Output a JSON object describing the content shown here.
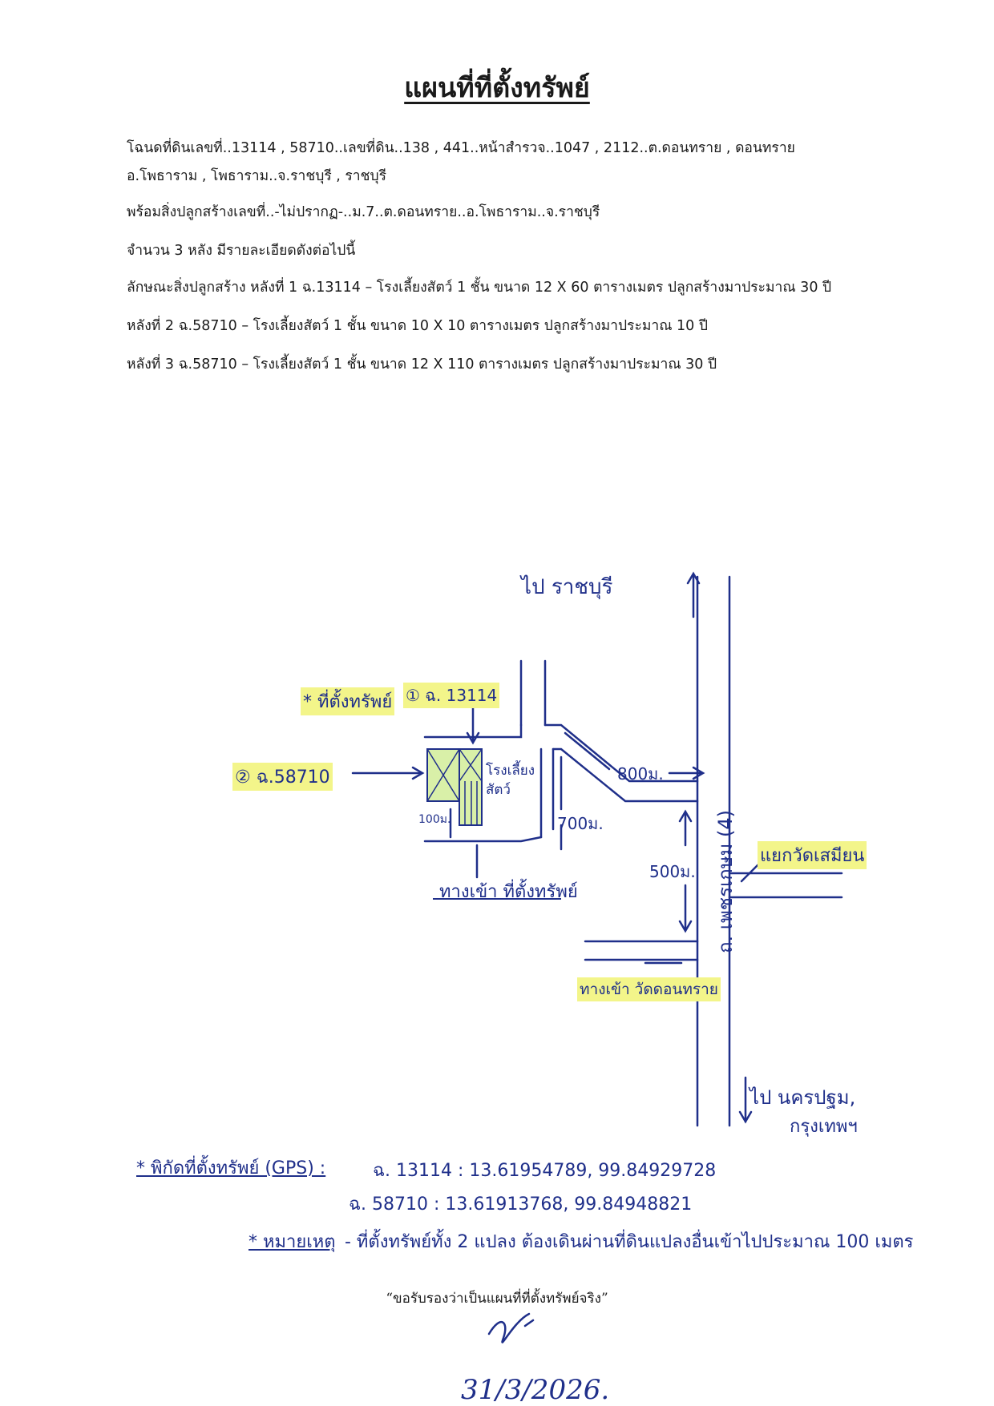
{
  "title": "แผนที่ที่ตั้งทรัพย์",
  "lines": [
    "โฉนดที่ดินเลขที่..13114 , 58710..เลขที่ดิน..138 , 441..หน้าสำรวจ..1047 , 2112..ต.ดอนทราย , ดอนทราย",
    "อ.โพธาราม , โพธาราม..จ.ราชบุรี , ราชบุรี",
    "พร้อมสิ่งปลูกสร้างเลขที่..-ไม่ปรากฏ-..ม.7..ต.ดอนทราย..อ.โพธาราม..จ.ราชบุรี",
    "จำนวน 3 หลัง มีรายละเอียดดังต่อไปนี้",
    "ลักษณะสิ่งปลูกสร้าง หลังที่ 1 ฉ.13114 – โรงเลี้ยงสัตว์ 1 ชั้น ขนาด 12 X 60 ตารางเมตร ปลูกสร้างมาประมาณ 30 ปี",
    "หลังที่ 2 ฉ.58710 – โรงเลี้ยงสัตว์ 1 ชั้น ขนาด 10 X 10 ตารางเมตร ปลูกสร้างมาประมาณ 10 ปี",
    "หลังที่ 3 ฉ.58710 – โรงเลี้ยงสัตว์ 1 ชั้น ขนาด 12 X 110 ตารางเมตร ปลูกสร้างมาประมาณ 30 ปี"
  ],
  "map": {
    "to_ratchaburi": "ไป ราชบุรี",
    "to_bangkok_1": "ไป นครปฐม,",
    "to_bangkok_2": "กรุงเทพฯ",
    "property_label": "* ที่ตั้งทรัพย์",
    "deed1": "① ฉ. 13114",
    "deed2": "② ฉ.58710",
    "barn": "โรงเลี้ยง สัตว์",
    "dist_800": "800ม.",
    "dist_700": "700ม.",
    "dist_500": "500ม.",
    "dist_100": "100ม.",
    "road_name": "ถ. เพชรเกษม (4)",
    "junction": "แยกวัดเสมียน",
    "path_property": "ทางเข้า ที่ตั้งทรัพย์",
    "path_temple": "ทางเข้า วัดดอนทราย"
  },
  "gps": {
    "label": "* พิกัดที่ตั้งทรัพย์ (GPS) :",
    "line1": "ฉ. 13114 : 13.61954789, 99.84929728",
    "line2": "ฉ. 58710 : 13.61913768, 99.84948821"
  },
  "note": {
    "label": "* หมายเหตุ",
    "text": "- ที่ตั้งทรัพย์ทั้ง 2 แปลง ต้องเดินผ่านที่ดินแปลงอื่นเข้าไปประมาณ 100 เมตร"
  },
  "certification": "“ขอรับรองว่าเป็นแผนที่ที่ตั้งทรัพย์จริง”",
  "date": "31/3/2026."
}
